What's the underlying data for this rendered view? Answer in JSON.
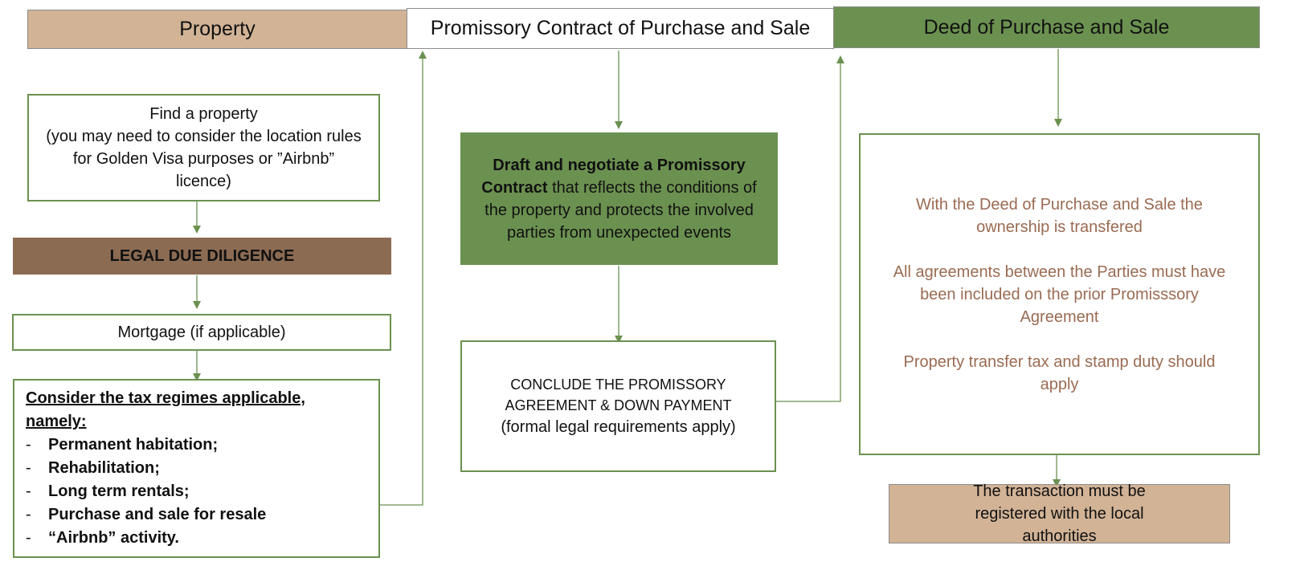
{
  "headers": {
    "property": "Property",
    "promissory": "Promissory Contract of Purchase and Sale",
    "deed": "Deed of Purchase and Sale"
  },
  "property_column": {
    "find_property": {
      "line1": "Find a property",
      "line2": "(you may need to consider the location rules for Golden Visa purposes or ”Airbnb” licence)"
    },
    "legal_due_diligence": "LEGAL DUE DILIGENCE",
    "mortgage": "Mortgage (if applicable)",
    "tax": {
      "title": "Consider the tax regimes applicable, namely:",
      "bullet": "-",
      "items": [
        "Permanent habitation;",
        "Rehabilitation;",
        "Long term rentals;",
        "Purchase and sale for resale",
        "“Airbnb” activity."
      ]
    }
  },
  "promissory_column": {
    "draft": {
      "bold": "Draft and negotiate a Promissory Contract",
      "rest": " that reflects the conditions of the property and protects the involved parties from unexpected events"
    },
    "conclude": {
      "line1": "CONCLUDE THE PROMISSORY",
      "line2": "AGREEMENT & DOWN PAYMENT",
      "line3": "(formal legal requirements apply)"
    }
  },
  "deed_column": {
    "info": {
      "p1": "With the Deed of Purchase and Sale the ownership is transfered",
      "p2": "All agreements between the Parties must have been included on the prior Promisssory Agreement",
      "p3": "Property transfer tax and stamp duty should apply"
    },
    "register": "The transaction must be registered with the local authorities"
  },
  "colors": {
    "tan": "#d2b396",
    "green": "#6b9150",
    "brown": "#8c6b53",
    "brown_text": "#9a6b52",
    "arrow": "#6b9150"
  }
}
